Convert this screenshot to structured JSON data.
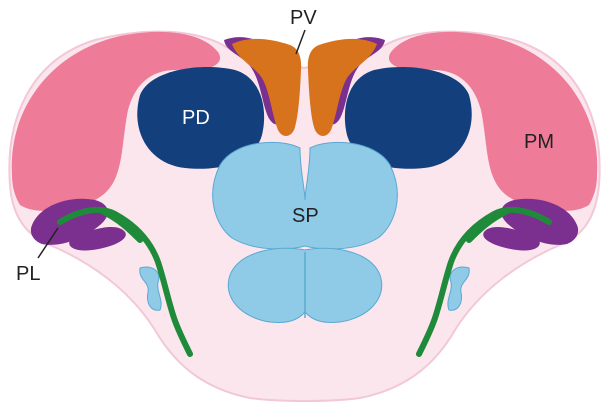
{
  "diagram": {
    "labels": {
      "pv": "PV",
      "pd": "PD",
      "pm": "PM",
      "sp": "SP",
      "pl": "PL"
    },
    "colors": {
      "background": "#ffffff",
      "tissue": "#fbe6ee",
      "tissue_outline": "#f2c8d8",
      "pallium_pink": "#ee7b98",
      "pallium_pink_light": "#f59ab0",
      "dorsal_navy": "#143f7d",
      "ventral_orange": "#d8731d",
      "purple": "#7b2f8e",
      "subpallium_blue": "#8fcbe6",
      "subpallium_blue_dark": "#5aa9d3",
      "tract_green": "#1f8a3a",
      "label_text_dark": "#222222",
      "label_text_light": "#ffffff"
    }
  }
}
